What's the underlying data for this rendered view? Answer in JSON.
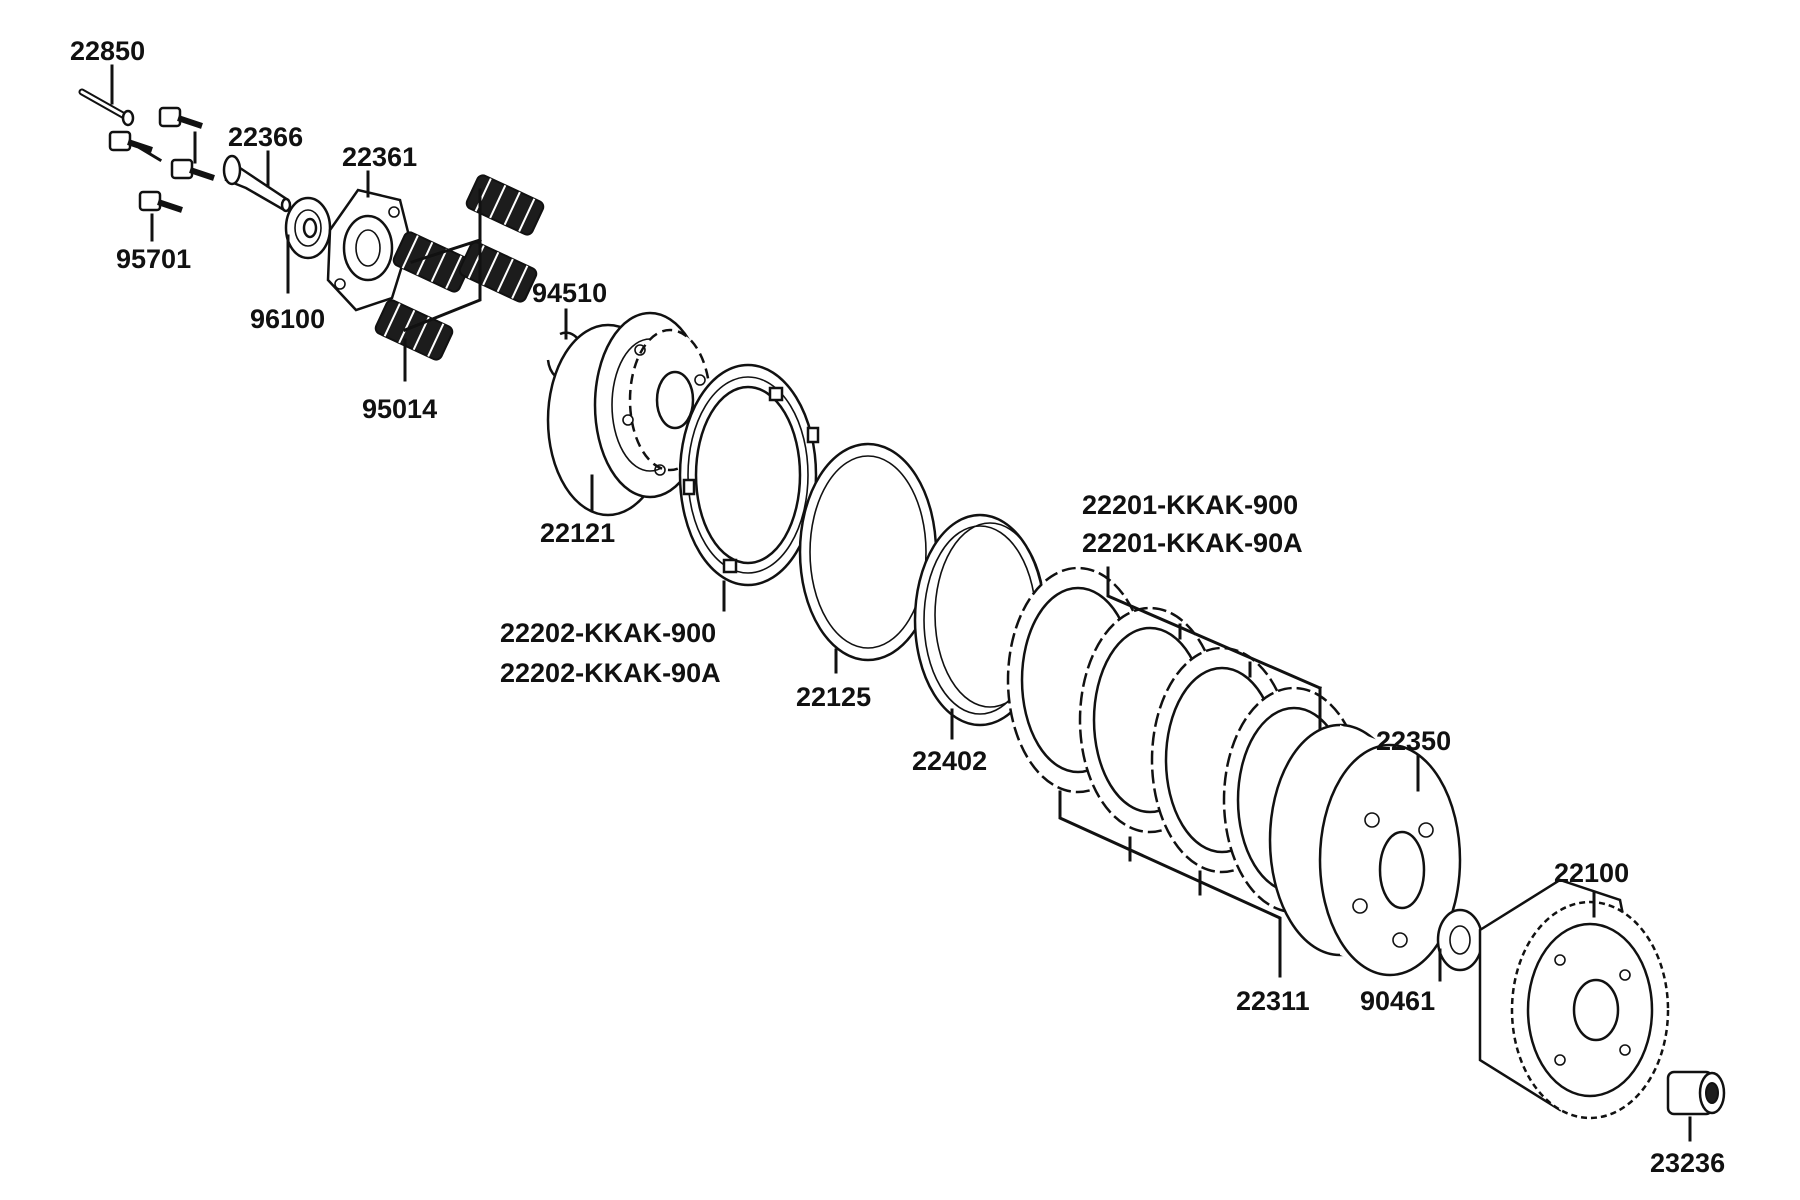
{
  "labels": {
    "p22850": "22850",
    "p22366": "22366",
    "p22361": "22361",
    "p95701": "95701",
    "p96100": "96100",
    "p94510": "94510",
    "p95014": "95014",
    "p22121": "22121",
    "p22202a": "22202-KKAK-900",
    "p22202b": "22202-KKAK-90A",
    "p22125": "22125",
    "p22402": "22402",
    "p22201a": "22201-KKAK-900",
    "p22201b": "22201-KKAK-90A",
    "p22350": "22350",
    "p22311": "22311",
    "p90461": "90461",
    "p22100": "22100",
    "p23236": "23236"
  },
  "parts": [
    {
      "id": "22850",
      "name": "pin"
    },
    {
      "id": "95701",
      "name": "bolts"
    },
    {
      "id": "22366",
      "name": "lifter-rod"
    },
    {
      "id": "96100",
      "name": "bearing"
    },
    {
      "id": "22361",
      "name": "lifter-plate"
    },
    {
      "id": "95014",
      "name": "clutch-springs"
    },
    {
      "id": "94510",
      "name": "circlip"
    },
    {
      "id": "22121",
      "name": "clutch-center"
    },
    {
      "id": "22202-KKAK-900",
      "name": "friction-disk"
    },
    {
      "id": "22125",
      "name": "clutch-plate-ring"
    },
    {
      "id": "22402",
      "name": "spring-ring"
    },
    {
      "id": "22201-KKAK-900",
      "name": "friction-disks-set"
    },
    {
      "id": "22350",
      "name": "pressure-plate"
    },
    {
      "id": "22311",
      "name": "clutch-plates"
    },
    {
      "id": "90461",
      "name": "washer"
    },
    {
      "id": "22100",
      "name": "clutch-outer"
    },
    {
      "id": "23236",
      "name": "needle-bearing"
    }
  ]
}
